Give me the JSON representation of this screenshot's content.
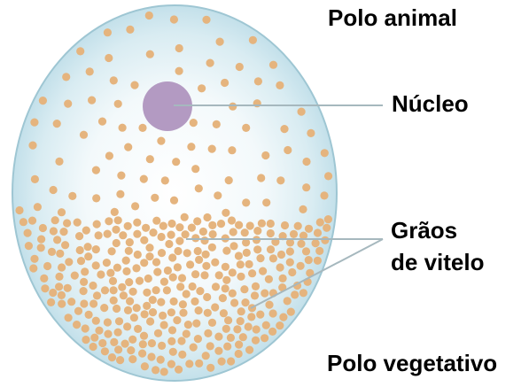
{
  "labels": {
    "polo_animal": "Polo animal",
    "nucleo": "Núcleo",
    "graos_line1": "Grãos",
    "graos_line2": "de vitelo",
    "polo_vegetativo": "Polo vegetativo"
  },
  "colors": {
    "cell_edge": "#9ec6d3",
    "cell_center": "#ffffff",
    "cell_fill": "#d4e9ef",
    "nucleus": "#b39ac2",
    "yolk": "#e5b47e",
    "leader_line": "#a6b8be"
  }
}
